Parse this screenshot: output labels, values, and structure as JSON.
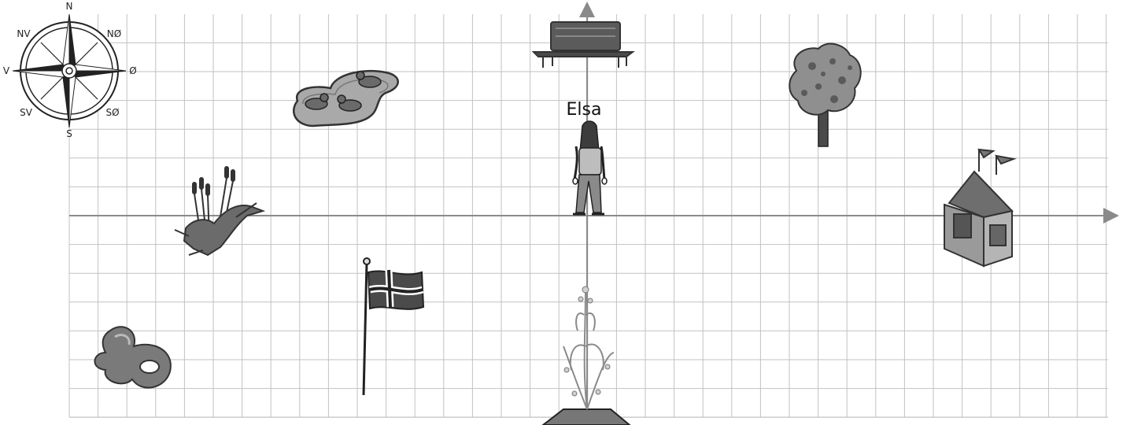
{
  "compass": {
    "north": "N",
    "northeast": "NØ",
    "east": "Ø",
    "southeast": "SØ",
    "south": "S",
    "southwest": "SV",
    "west": "V",
    "northwest": "NV"
  },
  "person": {
    "label": "Elsa"
  },
  "landmarks": [
    {
      "name": "bench"
    },
    {
      "name": "duck-pond"
    },
    {
      "name": "tree"
    },
    {
      "name": "house-with-flag"
    },
    {
      "name": "reeds"
    },
    {
      "name": "norwegian-flag"
    },
    {
      "name": "fountain"
    },
    {
      "name": "sculpture"
    }
  ],
  "colors": {
    "grid": "#c2c2c2",
    "axes": "#8a8a8a",
    "drawing": "#555555"
  }
}
